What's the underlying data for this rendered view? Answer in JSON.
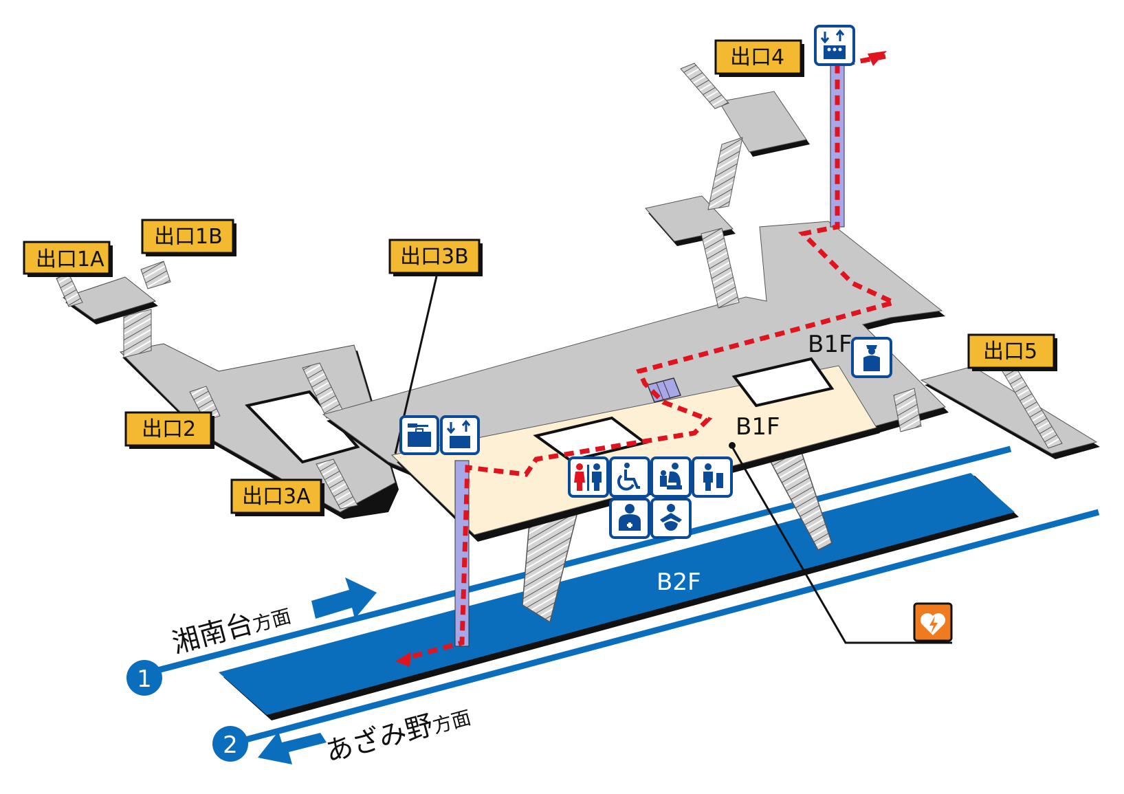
{
  "map": {
    "colors": {
      "exit_label_bg": "#F2B931",
      "concourse_gray": "#C8C8C8",
      "gate_area": "#FDF0D5",
      "platform_blue": "#0A6EBD",
      "route_red": "#E0141E",
      "elevator_shaft": "#A8A8E8",
      "icon_blue": "#0B4A97",
      "aed_orange": "#F07A1E"
    },
    "exits": [
      {
        "id": "1A",
        "label": "出口1A"
      },
      {
        "id": "1B",
        "label": "出口1B"
      },
      {
        "id": "2",
        "label": "出口2"
      },
      {
        "id": "3A",
        "label": "出口3A"
      },
      {
        "id": "3B",
        "label": "出口3B"
      },
      {
        "id": "4",
        "label": "出口4"
      },
      {
        "id": "5",
        "label": "出口5"
      }
    ],
    "floors": {
      "b1f_concourse": "B1F",
      "b1f_gate": "B1F",
      "b2f_platform": "B2F"
    },
    "tracks": [
      {
        "number": "1",
        "direction": "湘南台",
        "suffix": "方面"
      },
      {
        "number": "2",
        "direction": "あざみ野",
        "suffix": "方面"
      }
    ],
    "facilities": [
      {
        "name": "coin-locker",
        "icon": "locker-icon"
      },
      {
        "name": "elevator-b1f",
        "icon": "elevator-icon"
      },
      {
        "name": "elevator-exit4",
        "icon": "elevator-icon"
      },
      {
        "name": "restroom",
        "icon": "restroom-icon"
      },
      {
        "name": "accessible-restroom",
        "icon": "wheelchair-icon"
      },
      {
        "name": "baby-care",
        "icon": "baby-care-icon"
      },
      {
        "name": "ostomate",
        "icon": "ostomate-icon"
      },
      {
        "name": "multi-purpose-seat",
        "icon": "multipurpose-icon"
      },
      {
        "name": "diaper-changing",
        "icon": "diaper-icon"
      },
      {
        "name": "station-staff",
        "icon": "station-staff-icon"
      },
      {
        "name": "aed",
        "icon": "aed-icon"
      },
      {
        "name": "ticket-gate",
        "icon": "ticket-gate-icon"
      }
    ]
  }
}
